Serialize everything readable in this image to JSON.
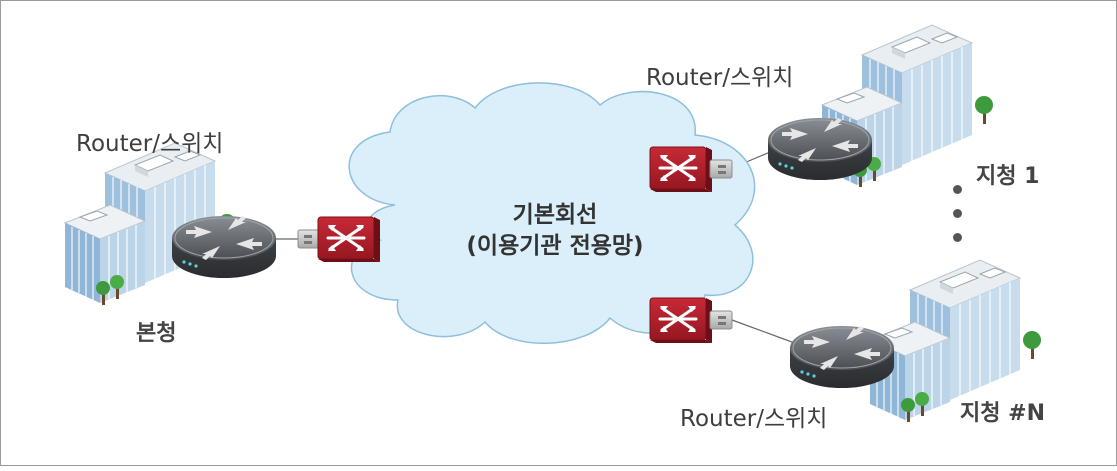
{
  "diagram": {
    "cloud": {
      "line1": "기본회선",
      "line2": "(이용기관 전용망)"
    },
    "hq": {
      "router_label": "Router/스위치",
      "site_label": "본청"
    },
    "branch1": {
      "router_label": "Router/스위치",
      "site_label": "지청 1"
    },
    "branchN": {
      "router_label": "Router/스위치",
      "site_label": "지청 #N"
    },
    "ellipsis": "⋮"
  },
  "colors": {
    "cloud_fill": "#dbeffa",
    "cloud_stroke": "#8fbfdc",
    "switch_red": "#b01e2b",
    "router_body": "#5a5e63",
    "building_blue": "#9cc0dd",
    "tree_green": "#3d9b3d"
  }
}
